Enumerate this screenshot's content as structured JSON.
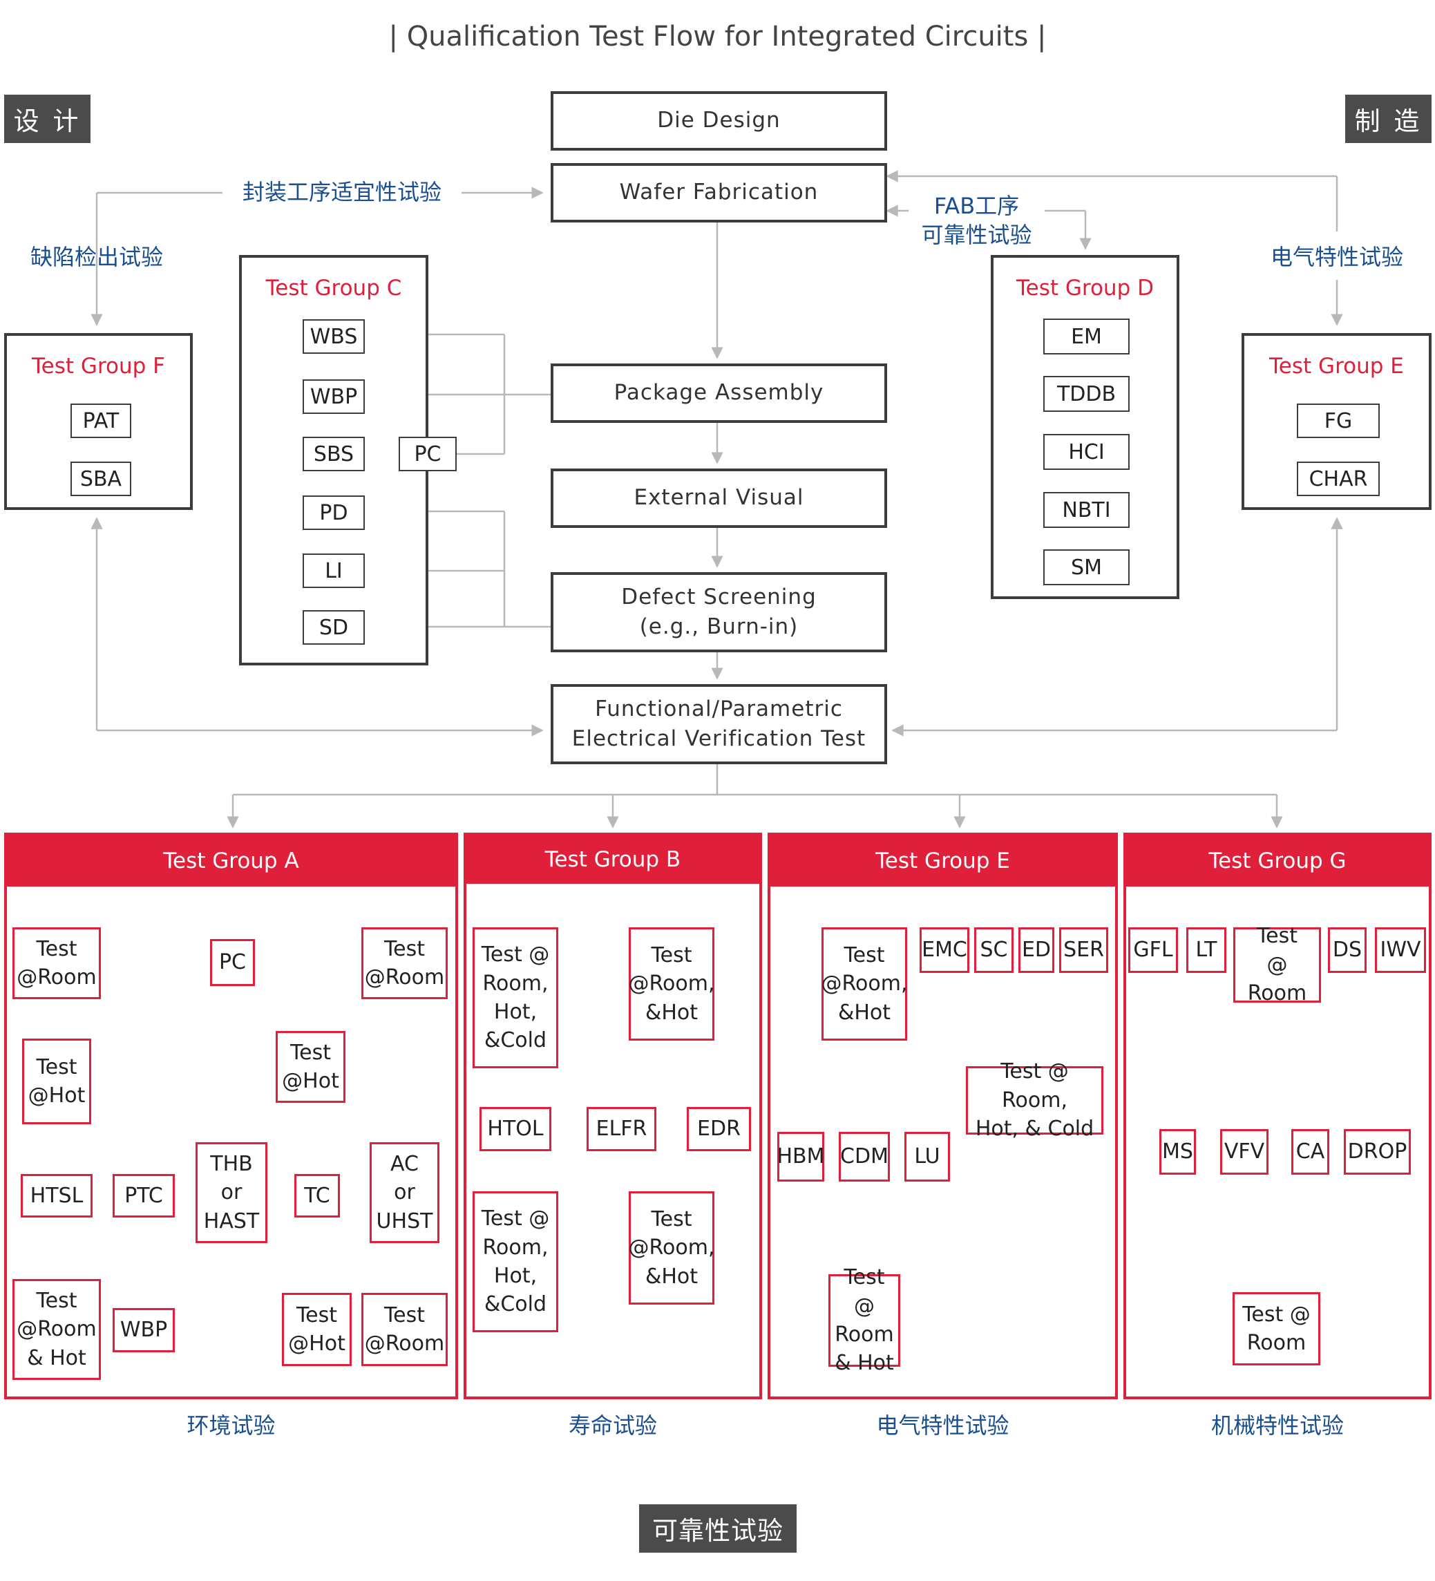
{
  "title": "| Qualification Test Flow for Integrated Circuits |",
  "tags": {
    "design": "设 计",
    "manufacture": "制 造",
    "reliability": "可靠性试验"
  },
  "flow": {
    "die_design": "Die Design",
    "wafer_fabrication": "Wafer Fabrication",
    "package_assembly": "Package Assembly",
    "external_visual": "External Visual",
    "defect_screening_1": "Defect Screening",
    "defect_screening_2": "(e.g., Burn-in)",
    "functional_1": "Functional/Parametric",
    "functional_2": "Electrical Verification Test"
  },
  "labels": {
    "package_suitability": "封装工序适宜性试验",
    "defect_detection": "缺陷检出试验",
    "fab_reliability_1": "FAB工序",
    "fab_reliability_2": "可靠性试验",
    "electrical_characteristics": "电气特性试验"
  },
  "groups": {
    "c": {
      "title": "Test Group C",
      "items": [
        "WBS",
        "WBP",
        "SBS",
        "PD",
        "LI",
        "SD"
      ],
      "pc": "PC"
    },
    "d": {
      "title": "Test Group D",
      "items": [
        "EM",
        "TDDB",
        "HCI",
        "NBTI",
        "SM"
      ]
    },
    "f": {
      "title": "Test Group F",
      "items": [
        "PAT",
        "SBA"
      ]
    },
    "e_top": {
      "title": "Test Group E",
      "items": [
        "FG",
        "CHAR"
      ]
    }
  },
  "panels": {
    "a": {
      "title": "Test Group A",
      "caption": "环境试验",
      "test_room_1": [
        "Test",
        "@Room"
      ],
      "pc": "PC",
      "test_room_2": [
        "Test",
        "@Room"
      ],
      "test_hot_1": [
        "Test",
        "@Hot"
      ],
      "test_hot_2": [
        "Test",
        "@Hot"
      ],
      "htsl": "HTSL",
      "ptc": "PTC",
      "thb": [
        "THB",
        "or",
        "HAST"
      ],
      "tc": "TC",
      "ac": [
        "AC",
        "or",
        "UHST"
      ],
      "test_room_hot": [
        "Test",
        "@Room",
        "& Hot"
      ],
      "wbp": "WBP",
      "test_hot_3": [
        "Test",
        "@Hot"
      ],
      "test_room_3": [
        "Test",
        "@Room"
      ]
    },
    "b": {
      "title": "Test Group B",
      "caption": "寿命试验",
      "test_rhc_1": [
        "Test @",
        "Room,",
        "Hot,",
        "&Cold"
      ],
      "test_rh_1": [
        "Test",
        "@Room,",
        "&Hot"
      ],
      "htol": "HTOL",
      "elfr": "ELFR",
      "edr": "EDR",
      "test_rhc_2": [
        "Test @",
        "Room,",
        "Hot,",
        "&Cold"
      ],
      "test_rh_2": [
        "Test",
        "@Room,",
        "&Hot"
      ]
    },
    "e": {
      "title": "Test Group E",
      "caption": "电气特性试验",
      "test_rh": [
        "Test",
        "@Room,",
        "&Hot"
      ],
      "emc": "EMC",
      "sc": "SC",
      "ed": "ED",
      "ser": "SER",
      "test_rhc": [
        "Test @ Room,",
        "Hot, & Cold"
      ],
      "hbm": "HBM",
      "cdm": "CDM",
      "lu": "LU",
      "test_room_hot": [
        "Test @",
        "Room",
        "& Hot"
      ]
    },
    "g": {
      "title": "Test Group G",
      "caption": "机械特性试验",
      "gfl": "GFL",
      "lt": "LT",
      "test_room": [
        "Test",
        "@ Room"
      ],
      "ds": "DS",
      "iwv": "IWV",
      "ms": "MS",
      "vfv": "VFV",
      "ca": "CA",
      "drop": "DROP",
      "test_room_2": [
        "Test @",
        "Room"
      ]
    }
  },
  "colors": {
    "accent": "#e0203a",
    "connector": "#b8b8b8",
    "label_blue": "#1a4f8f",
    "tag_bg": "#4b4b4b"
  }
}
